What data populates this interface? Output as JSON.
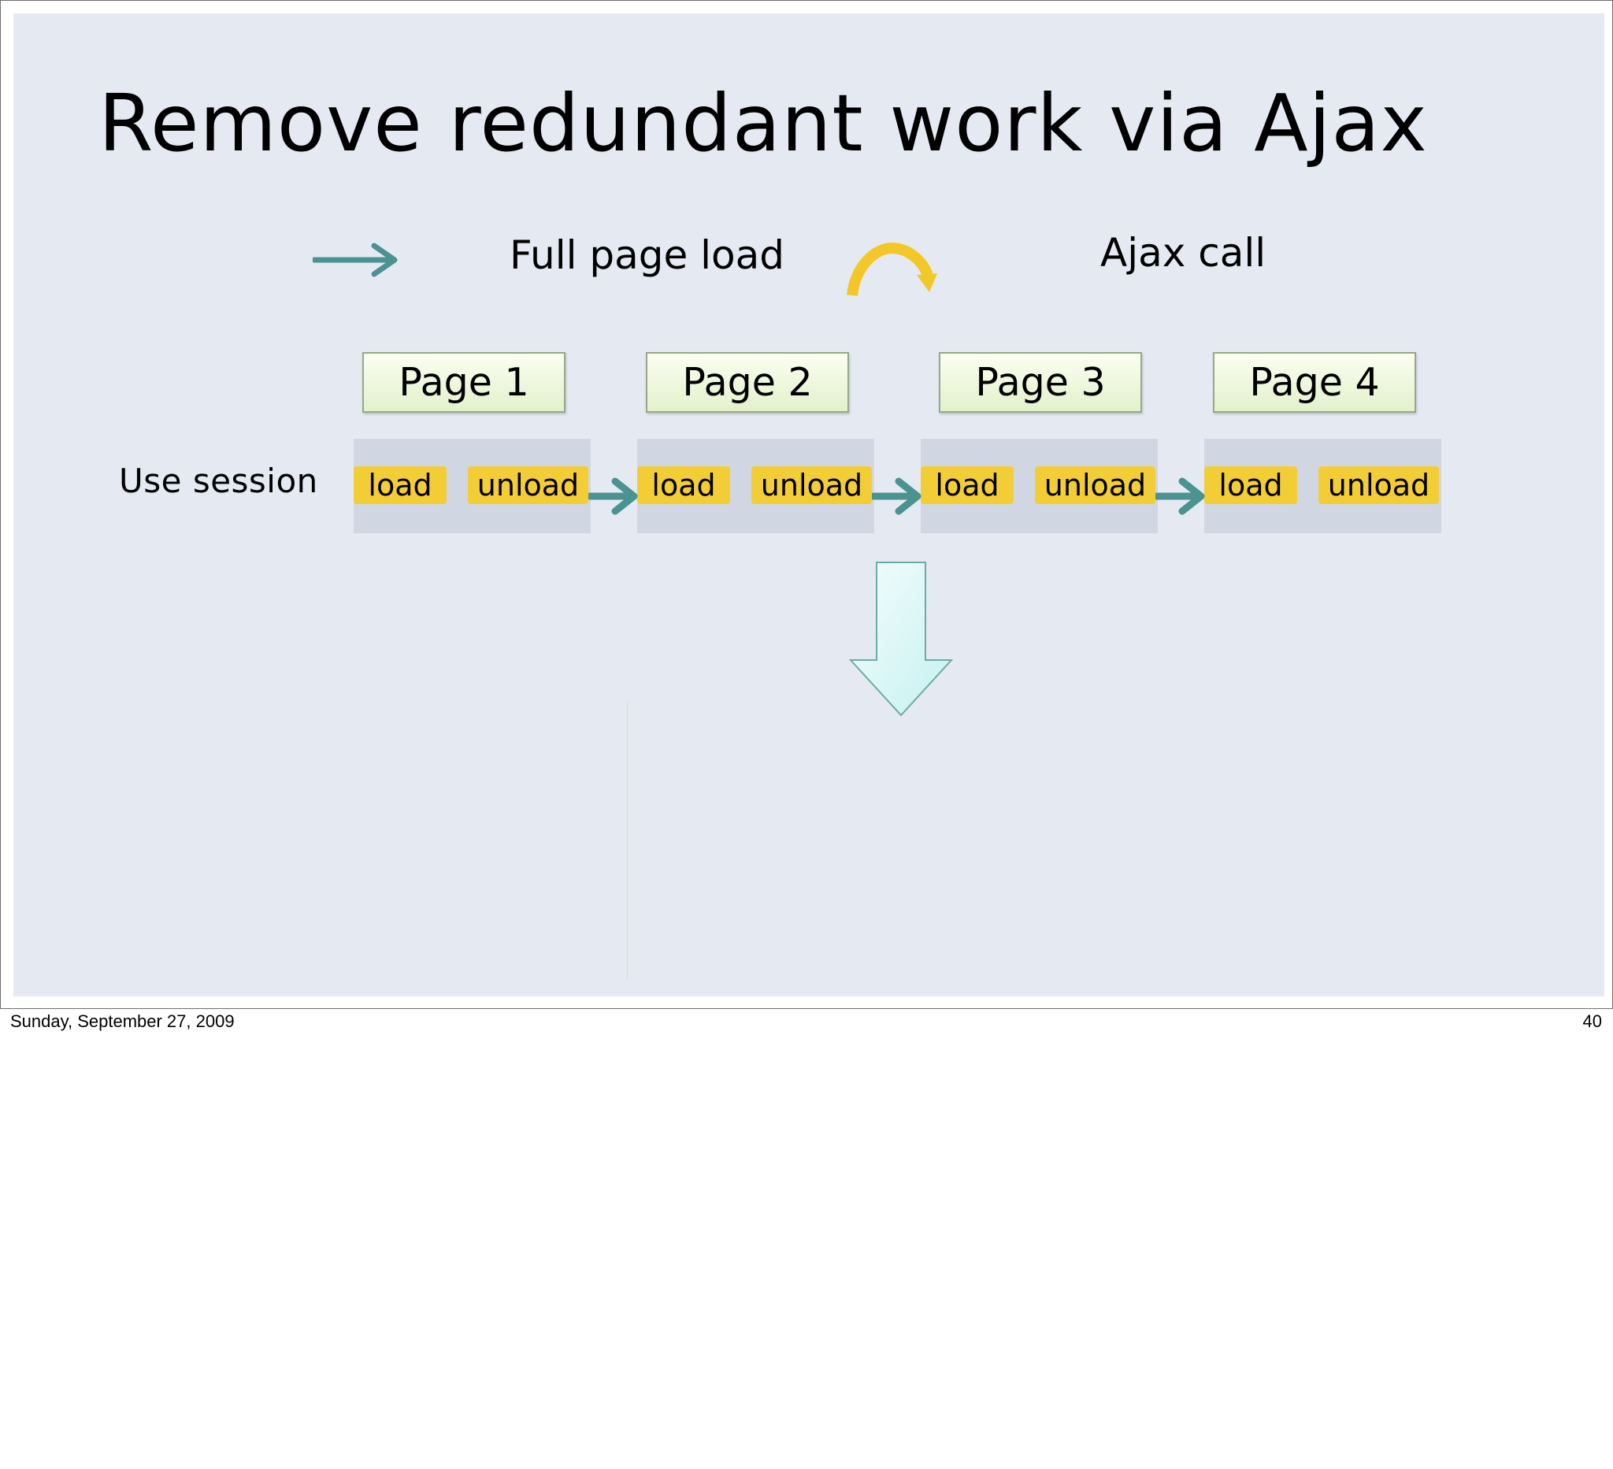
{
  "slide": {
    "title": "Remove redundant work via Ajax",
    "legend": {
      "full_page_load_label": "Full page load",
      "ajax_call_label": "Ajax call"
    },
    "pages": [
      {
        "label": "Page 1"
      },
      {
        "label": "Page 2"
      },
      {
        "label": "Page 3"
      },
      {
        "label": "Page 4"
      }
    ],
    "session_label": "Use session",
    "events": {
      "load": "load",
      "unload": "unload"
    }
  },
  "footer": {
    "date": "Sunday, September 27, 2009",
    "page_number": "40"
  },
  "colors": {
    "background": "#e5eaf2",
    "session_box": "#d0d7e3",
    "chip": "#f3cd35",
    "teal_arrow": "#4a9390",
    "ajax_curve": "#f3c728",
    "page_box_border": "#97a88a"
  },
  "icons": {
    "full_page_load": "teal-right-arrow-icon",
    "ajax_call": "yellow-curved-arrow-icon",
    "result": "down-block-arrow-icon"
  }
}
